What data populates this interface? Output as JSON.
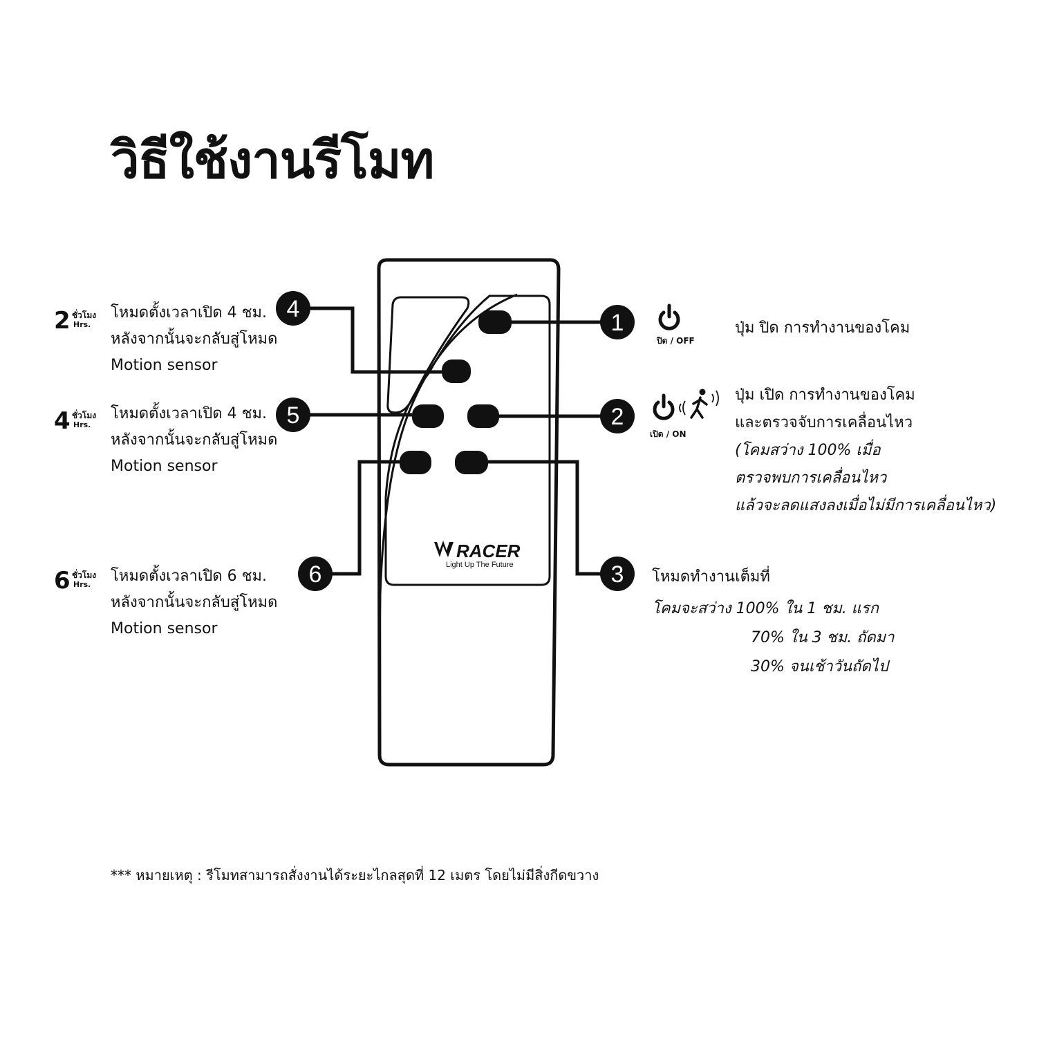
{
  "title": "วิธีใช้งานรีโมท",
  "brand": {
    "name": "RACER",
    "tagline": "Light Up The Future"
  },
  "callouts": [
    {
      "number": "1",
      "icon_caption": "ปิด / OFF",
      "icon": "power-icon",
      "lines": [
        "ปุ่ม ปิด การทำงานของโคม"
      ]
    },
    {
      "number": "2",
      "icon_caption": "เปิด / ON",
      "icon": "power-motion-icon",
      "lines": [
        "ปุ่ม เปิด การทำงานของโคม",
        "และตรวจจับการเคลื่อนไหว"
      ],
      "italic_lines": [
        "(โคมสว่าง 100% เมื่อ",
        "ตรวจพบการเคลื่อนไหว",
        "แล้วจะลดแสงลงเมื่อไม่มีการเคลื่อนไหว)"
      ]
    },
    {
      "number": "3",
      "heading": "โหมดทำงานเต็มที่",
      "italic_lines": [
        "โคมจะสว่าง 100% ใน 1 ชม. แรก",
        "70% ใน 3 ชม. ถัดมา",
        "30% จนเช้าวันถัดไป"
      ]
    },
    {
      "number": "4",
      "hours": "2",
      "hours_th": "ชั่วโมง",
      "hours_en": "Hrs.",
      "lines": [
        "โหมดตั้งเวลาเปิด 4 ชม.",
        "หลังจากนั้นจะกลับสู่โหมด",
        "Motion sensor"
      ]
    },
    {
      "number": "5",
      "hours": "4",
      "hours_th": "ชั่วโมง",
      "hours_en": "Hrs.",
      "lines": [
        "โหมดตั้งเวลาเปิด 4 ชม.",
        "หลังจากนั้นจะกลับสู่โหมด",
        "Motion sensor"
      ]
    },
    {
      "number": "6",
      "hours": "6",
      "hours_th": "ชั่วโมง",
      "hours_en": "Hrs.",
      "lines": [
        "โหมดตั้งเวลาเปิด 6 ชม.",
        "หลังจากนั้นจะกลับสู่โหมด",
        "Motion sensor"
      ]
    }
  ],
  "note": "*** หมายเหตุ : รีโมทสามารถสั่งงานได้ระยะไกลสุดที่ 12 เมตร โดยไม่มีสิ่งกีดขวาง",
  "colors": {
    "ink": "#111111",
    "background": "#ffffff",
    "badge_text": "#ffffff"
  }
}
